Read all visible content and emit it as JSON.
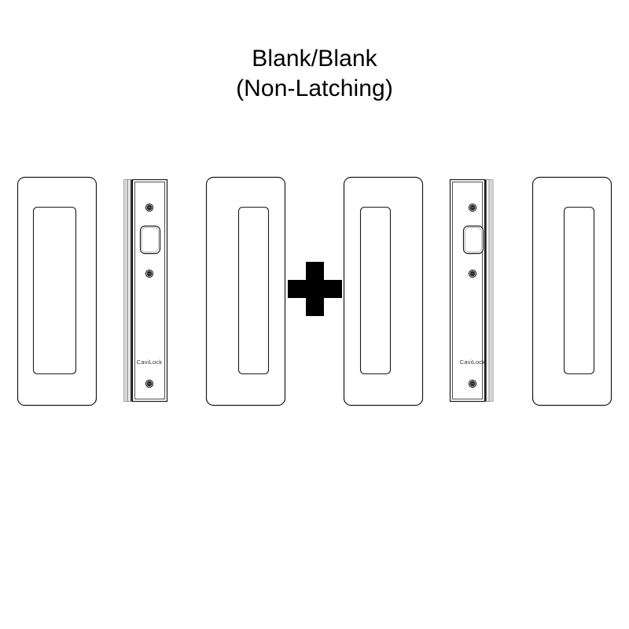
{
  "title": {
    "line1": "Blank/Blank",
    "line2": "(Non-Latching)"
  },
  "colors": {
    "background": "#ffffff",
    "line": "#1a1a1a",
    "plus": "#000000",
    "edge_highlight": "#d8d8d8",
    "brand_text": "#2f2f2f"
  },
  "brand": {
    "label": "CaviLock"
  },
  "operator": {
    "symbol": "+",
    "meaning": "plus"
  },
  "assemblies": [
    {
      "name": "left-set",
      "components": [
        {
          "name": "flush-pull-panel-1",
          "type": "flush-pull-plate",
          "view": "face",
          "recess_align": "right"
        },
        {
          "name": "edge-plate-1",
          "type": "edge-plate",
          "view": "edge",
          "strip_side": "left",
          "cutout": "blank-rounded-rect",
          "screw_count": 3,
          "brand": "CaviLock"
        },
        {
          "name": "flush-pull-panel-2",
          "type": "flush-pull-plate",
          "view": "face",
          "recess_align": "right"
        }
      ]
    },
    {
      "name": "right-set",
      "components": [
        {
          "name": "flush-pull-panel-3",
          "type": "flush-pull-plate",
          "view": "face",
          "recess_align": "left"
        },
        {
          "name": "edge-plate-2",
          "type": "edge-plate",
          "view": "edge",
          "strip_side": "right",
          "cutout": "blank-rounded-rect",
          "screw_count": 3,
          "brand": "CaviLock"
        },
        {
          "name": "flush-pull-panel-4",
          "type": "flush-pull-plate",
          "view": "face",
          "recess_align": "right"
        }
      ]
    }
  ]
}
